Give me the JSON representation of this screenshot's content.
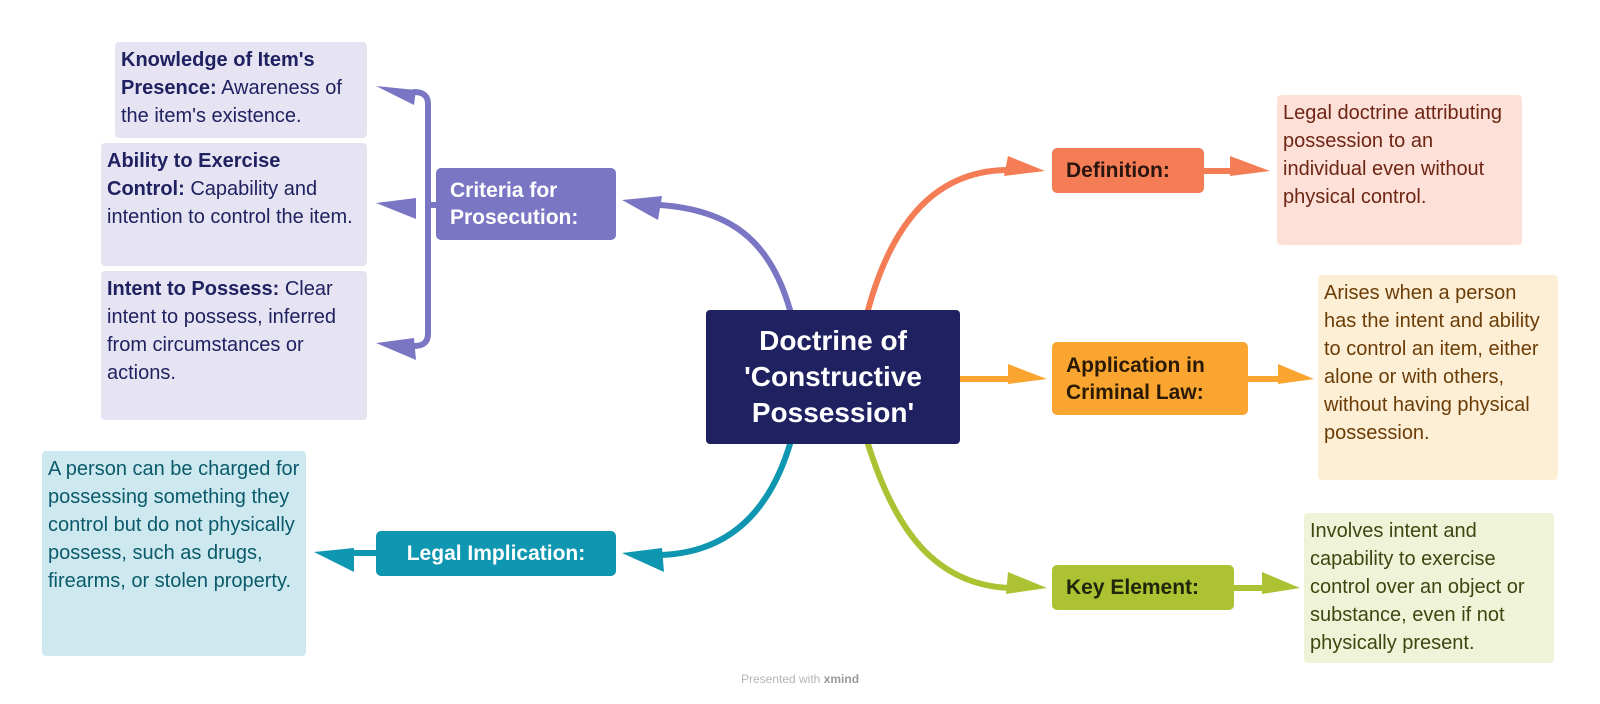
{
  "diagram": {
    "central": {
      "lines": [
        "Doctrine of",
        "'Constructive",
        "Possession'"
      ],
      "color": "#1f2160"
    },
    "branches": {
      "criteria": {
        "label": "Criteria for Prosecution:",
        "color": "#7b76c4",
        "leaves": [
          {
            "bold": "Knowledge of Item's Presence:",
            "text": " Awareness of the item's existence."
          },
          {
            "bold": "Ability to Exercise Control:",
            "text": " Capability and intention to control the item."
          },
          {
            "bold": "Intent to Possess:",
            "text": " Clear intent to possess, inferred from circumstances or actions."
          }
        ]
      },
      "legal_implication": {
        "label": "Legal Implication:",
        "color": "#0f96b0",
        "leaf": "A person can be charged for possessing something they control but do not physically possess, such as drugs, firearms, or stolen property."
      },
      "definition": {
        "label": "Definition:",
        "color": "#f47d55",
        "leaf": "Legal doctrine attributing possession to an individual even without physical control."
      },
      "application": {
        "label": "Application in Criminal Law:",
        "color": "#f9a530",
        "leaf": "Arises when a person has the intent and ability to control an item, either alone or with others, without having physical possession."
      },
      "key_element": {
        "label": "Key Element:",
        "color": "#adc232",
        "leaf": "Involves intent and capability to exercise control over an object or substance, even if not physically present."
      }
    }
  },
  "footer": {
    "prefix": "Presented with ",
    "brand": "xmind"
  }
}
